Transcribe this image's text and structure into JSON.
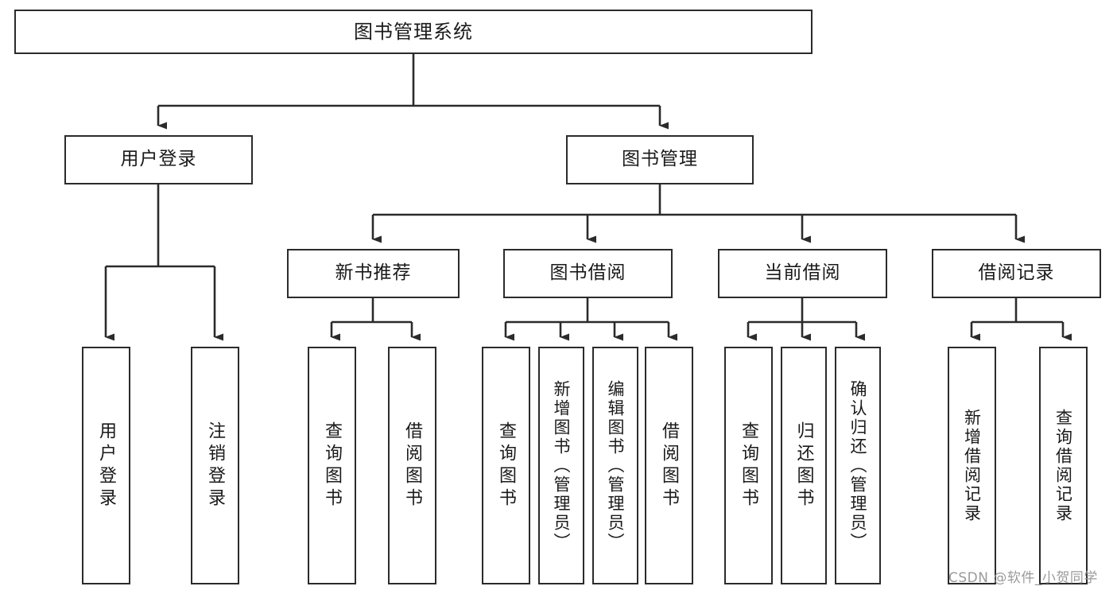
{
  "diagram": {
    "title": "图书管理系统",
    "type": "tree-hierarchy",
    "root": {
      "label": "图书管理系统"
    },
    "level2": [
      {
        "label": "用户登录"
      },
      {
        "label": "图书管理"
      }
    ],
    "level3": [
      {
        "label": "新书推荐"
      },
      {
        "label": "图书借阅"
      },
      {
        "label": "当前借阅"
      },
      {
        "label": "借阅记录"
      }
    ],
    "leaves": {
      "user_login": [
        {
          "label": "用户登录"
        },
        {
          "label": "注销登录"
        }
      ],
      "new_book_recommend": [
        {
          "label": "查询图书"
        },
        {
          "label": "借阅图书"
        }
      ],
      "book_borrow": [
        {
          "label": "查询图书"
        },
        {
          "label": "新增图书（管理员）"
        },
        {
          "label": "编辑图书（管理员）"
        },
        {
          "label": "借阅图书"
        }
      ],
      "current_borrow": [
        {
          "label": "查询图书"
        },
        {
          "label": "归还图书"
        },
        {
          "label": "确认归还（管理员）"
        }
      ],
      "borrow_record": [
        {
          "label": "新增借阅记录"
        },
        {
          "label": "查询借阅记录"
        }
      ]
    }
  },
  "watermark": {
    "text": "CSDN @软件_小贺同学"
  },
  "colors": {
    "stroke": "#2b2b2b",
    "background": "#ffffff",
    "text": "#1a1a1a",
    "watermark": "#9a9a9a"
  }
}
